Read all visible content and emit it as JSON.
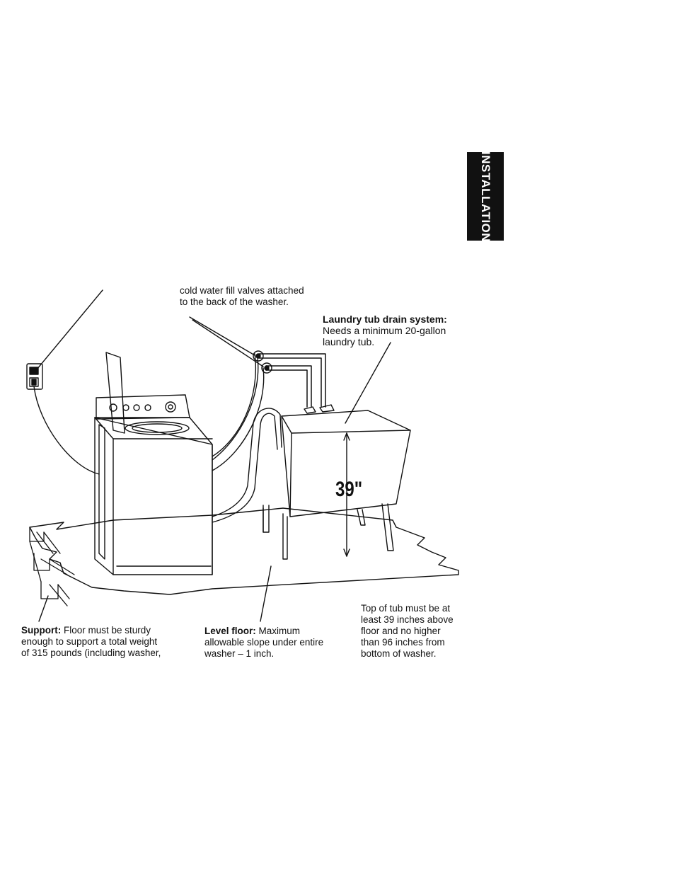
{
  "side_tab": {
    "label": "INSTALLATION"
  },
  "callouts": {
    "water_valves": {
      "line1": "cold water fill valves attached",
      "line2": "to the back of the washer."
    },
    "drain": {
      "heading": "Laundry tub drain system:",
      "line1": "Needs a minimum 20-gallon",
      "line2": "laundry tub."
    },
    "height_label": "39\"",
    "support": {
      "heading": "Support:",
      "line1_rest": " Floor must be sturdy",
      "line2": "enough to support a total weight",
      "line3": "of 315 pounds (including washer,"
    },
    "level_floor": {
      "heading": "Level floor:",
      "line1_rest": " Maximum",
      "line2": "allowable slope under entire",
      "line3": "washer – 1 inch."
    },
    "tub_height": {
      "line1": "Top of tub must be at",
      "line2": "least 39 inches above",
      "line3": "floor and no higher",
      "line4": "than 96 inches from",
      "line5": "bottom of washer."
    }
  },
  "colors": {
    "ink": "#111111",
    "tab_bg": "#111111",
    "tab_text": "#ffffff"
  }
}
